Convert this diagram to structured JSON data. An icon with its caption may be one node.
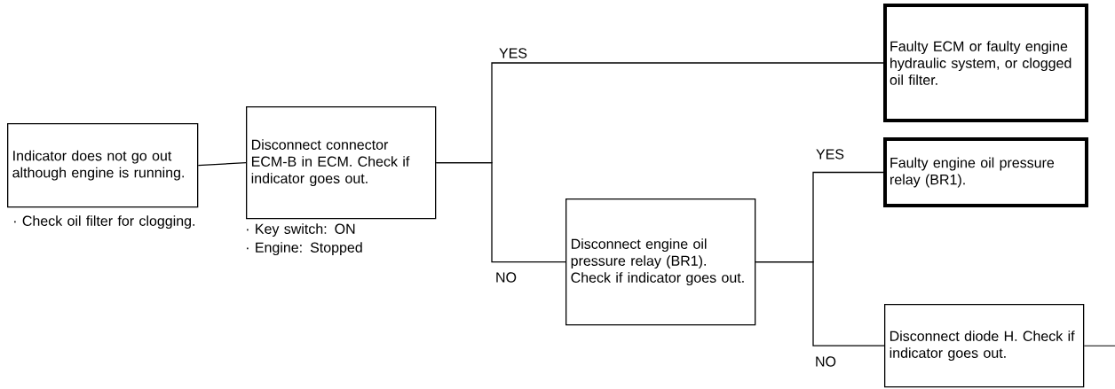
{
  "diagram": {
    "nodes": [
      {
        "text": [
          "Indicator does not go out although engine is running."
        ],
        "beside": [
          "· Check oil filter for clogging."
        ]
      },
      {
        "text": [
          "Disconnect connector ECM-B in ECM. Check if indicator goes out."
        ],
        "beside": [
          "· Key switch: ON",
          "· Engine: Stopped"
        ]
      },
      {
        "text": [
          "Faulty ECM or faulty engine hydraulic system, or clogged oil filter."
        ]
      },
      {
        "text": [
          "Disconnect engine oil pressure relay (BR1). Check if indicator goes out."
        ]
      },
      {
        "text": [
          "Faulty engine oil pressure relay (BR1)."
        ]
      },
      {
        "text": [
          "Disconnect diode H. Check if indicator goes out."
        ]
      }
    ],
    "edges": [
      {
        "from": 0,
        "to": 1,
        "arrow": "none"
      },
      {
        "from": 1,
        "to": 2,
        "arrow": "none",
        "label": "YES"
      },
      {
        "from": 1,
        "to": 3,
        "arrow": "none",
        "label": "NO"
      },
      {
        "from": 3,
        "to": 4,
        "arrow": "none",
        "label": "YES"
      },
      {
        "from": 3,
        "to": 5,
        "arrow": "none",
        "label": "NO"
      },
      {
        "from": 5,
        "to": null,
        "arrow": "none"
      }
    ]
  }
}
